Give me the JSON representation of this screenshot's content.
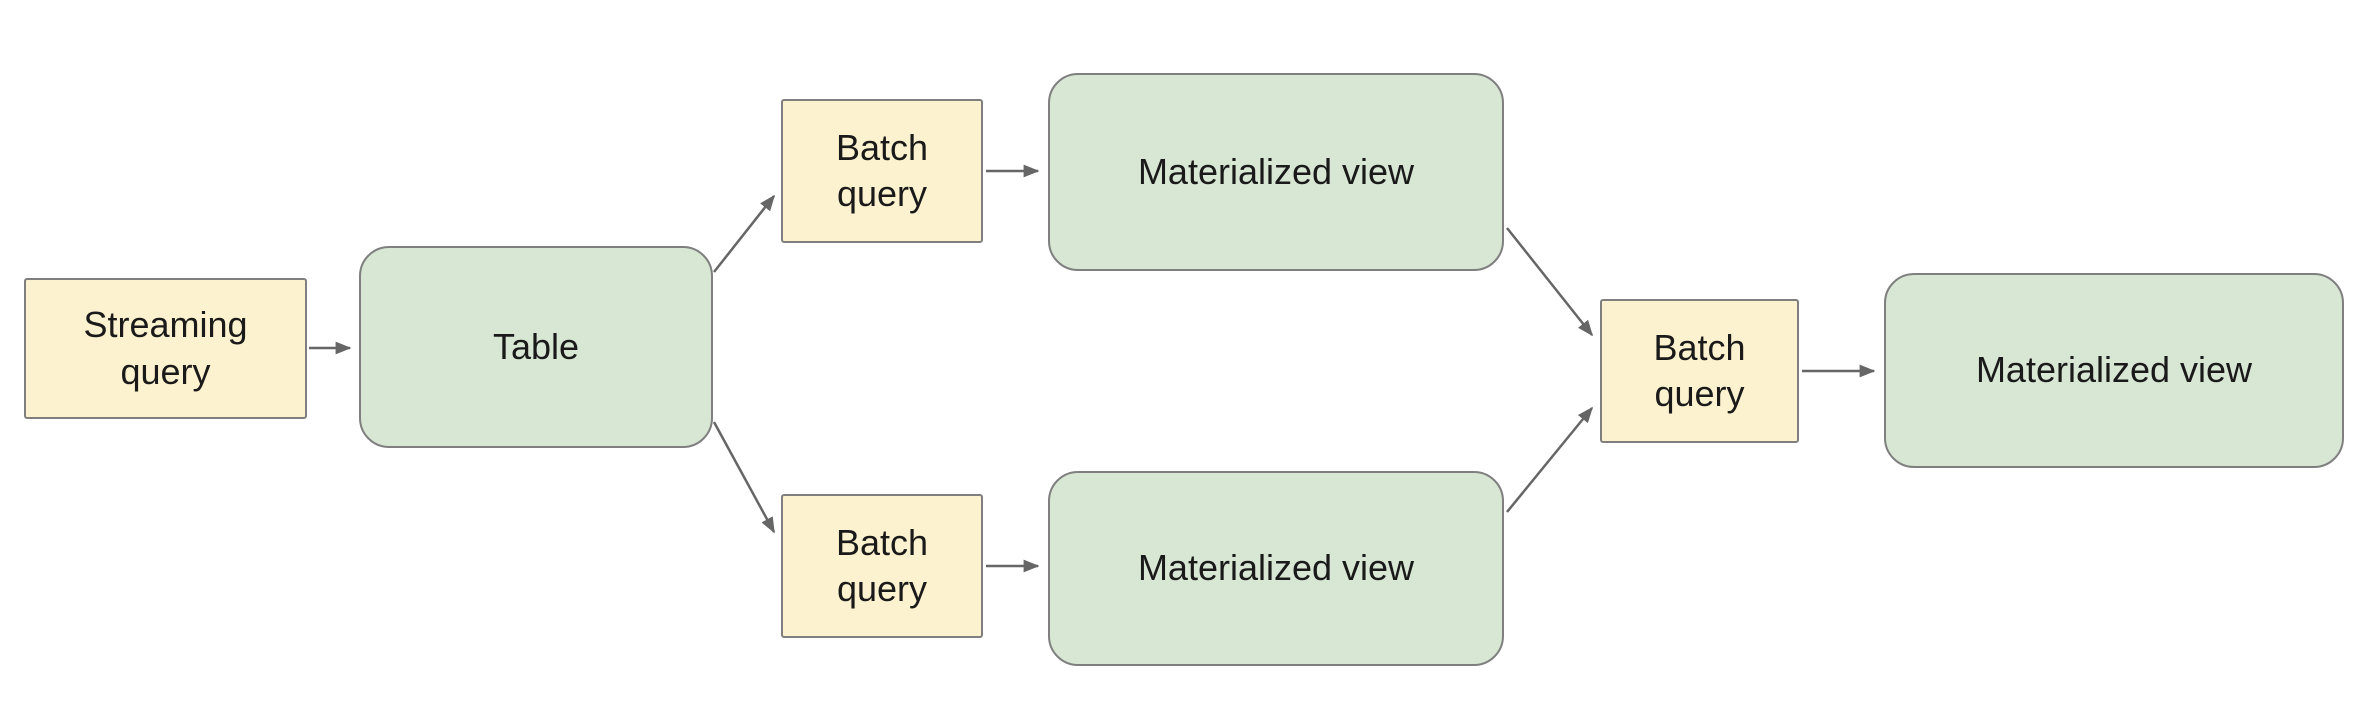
{
  "diagram": {
    "colors": {
      "query_fill": "#fcf2cf",
      "view_fill": "#d7e7d4",
      "node_border": "#7f7f7f",
      "arrow": "#666666",
      "text": "#1a1a1a",
      "background": "#ffffff"
    },
    "nodes": [
      {
        "id": "streaming-query",
        "label": "Streaming query",
        "shape": "rectangle"
      },
      {
        "id": "table",
        "label": "Table",
        "shape": "rounded"
      },
      {
        "id": "batch-query-top",
        "label": "Batch query",
        "shape": "rectangle"
      },
      {
        "id": "materialized-view-top",
        "label": "Materialized view",
        "shape": "rounded"
      },
      {
        "id": "batch-query-bottom",
        "label": "Batch query",
        "shape": "rectangle"
      },
      {
        "id": "materialized-view-bottom",
        "label": "Materialized view",
        "shape": "rounded"
      },
      {
        "id": "batch-query-final",
        "label": "Batch query",
        "shape": "rectangle"
      },
      {
        "id": "materialized-view-final",
        "label": "Materialized view",
        "shape": "rounded"
      }
    ],
    "edges": [
      {
        "from": "streaming-query",
        "to": "table"
      },
      {
        "from": "table",
        "to": "batch-query-top"
      },
      {
        "from": "table",
        "to": "batch-query-bottom"
      },
      {
        "from": "batch-query-top",
        "to": "materialized-view-top"
      },
      {
        "from": "batch-query-bottom",
        "to": "materialized-view-bottom"
      },
      {
        "from": "materialized-view-top",
        "to": "batch-query-final"
      },
      {
        "from": "materialized-view-bottom",
        "to": "batch-query-final"
      },
      {
        "from": "batch-query-final",
        "to": "materialized-view-final"
      }
    ]
  }
}
